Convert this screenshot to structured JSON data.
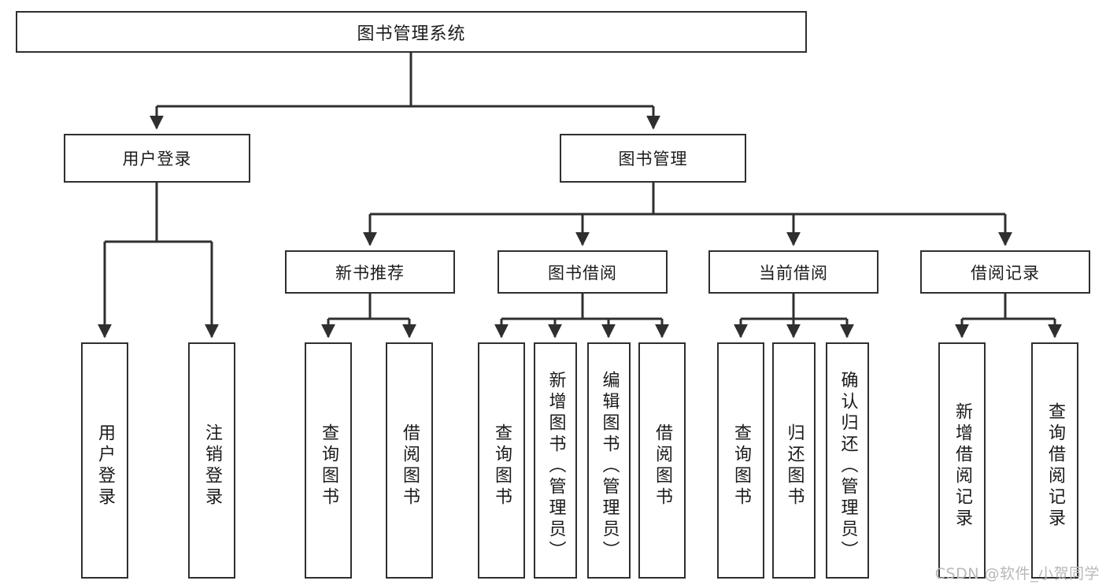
{
  "diagram": {
    "type": "tree",
    "title": "图书管理系统",
    "root": {
      "label": "图书管理系统"
    },
    "level2": [
      {
        "label": "用户登录"
      },
      {
        "label": "图书管理"
      }
    ],
    "level3": [
      {
        "label": "新书推荐"
      },
      {
        "label": "图书借阅"
      },
      {
        "label": "当前借阅"
      },
      {
        "label": "借阅记录"
      }
    ],
    "leaves": {
      "user_login": [
        {
          "label": "用户登录"
        },
        {
          "label": "注销登录"
        }
      ],
      "new_book_recommend": [
        {
          "label": "查询图书"
        },
        {
          "label": "借阅图书"
        }
      ],
      "book_borrow": [
        {
          "label": "查询图书"
        },
        {
          "label": "新增图书（管理员）"
        },
        {
          "label": "编辑图书（管理员）"
        },
        {
          "label": "借阅图书"
        }
      ],
      "current_borrow": [
        {
          "label": "查询图书"
        },
        {
          "label": "归还图书"
        },
        {
          "label": "确认归还（管理员）"
        }
      ],
      "borrow_record": [
        {
          "label": "新增借阅记录"
        },
        {
          "label": "查询借阅记录"
        }
      ]
    }
  },
  "watermark": {
    "text": "CSDN @软件_小贺同学"
  },
  "colors": {
    "border": "#2f2f2f",
    "text": "#1b1b1b",
    "background": "#ffffff",
    "watermark": "#b8b8b8"
  }
}
